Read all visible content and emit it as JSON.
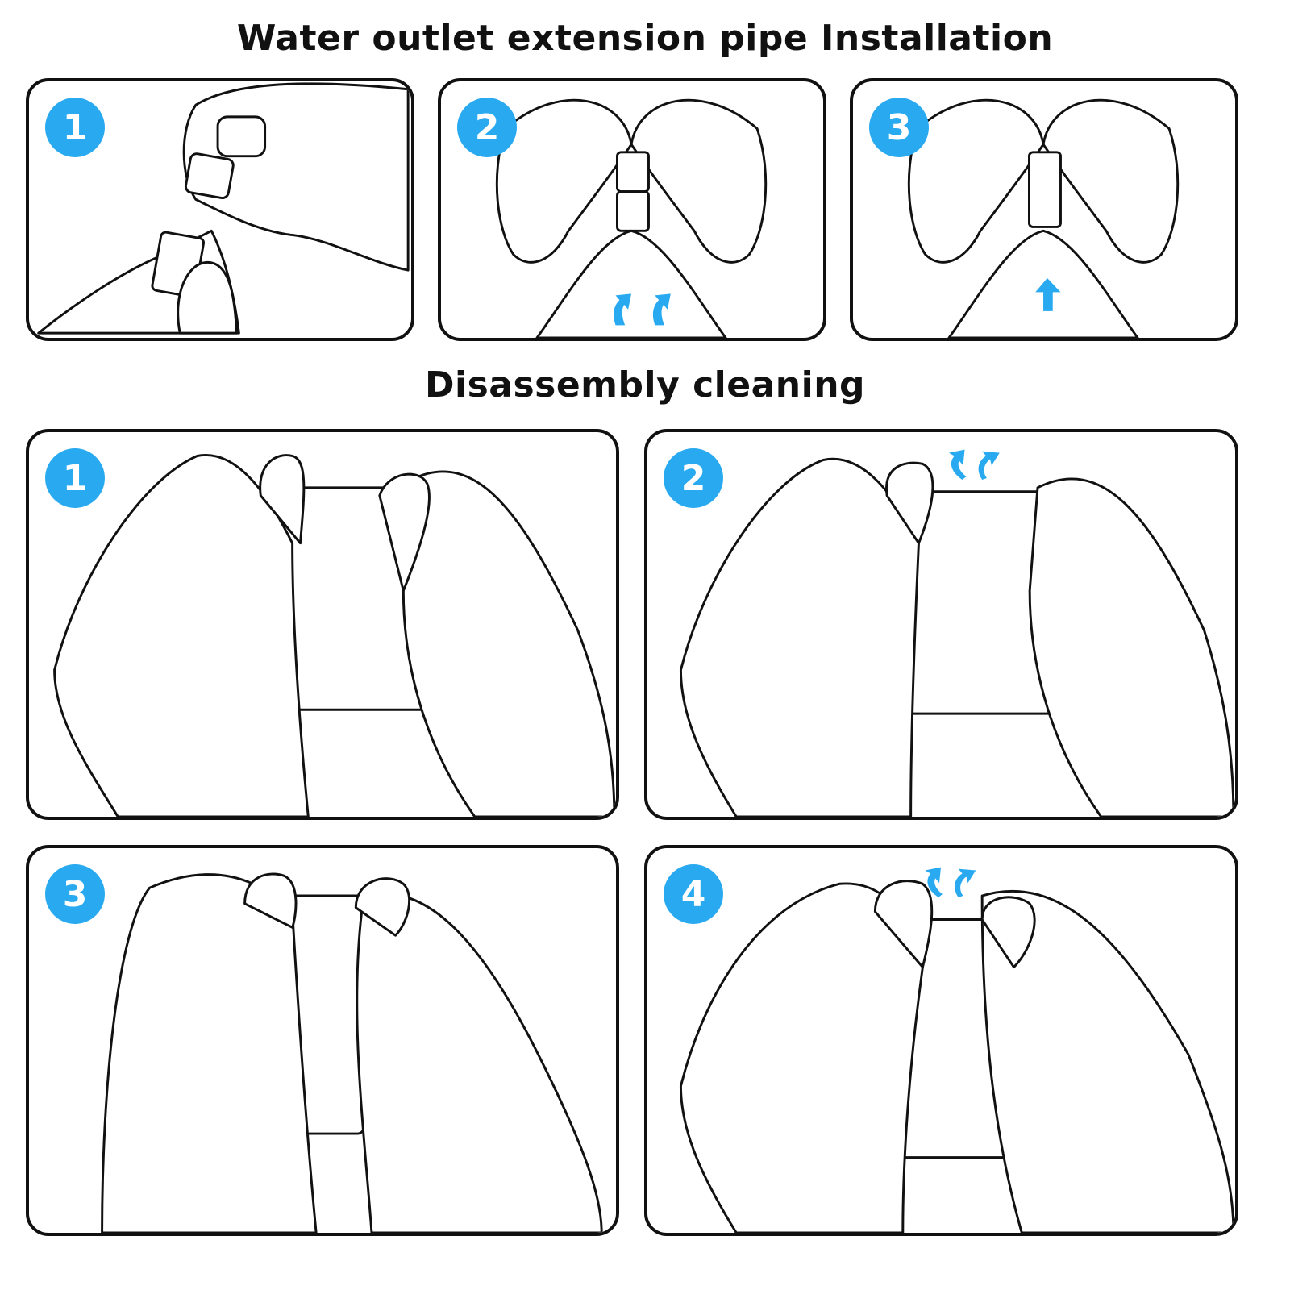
{
  "installation": {
    "title": "Water outlet extension pipe Installation",
    "steps": [
      {
        "number": "1"
      },
      {
        "number": "2"
      },
      {
        "number": "3"
      }
    ]
  },
  "cleaning": {
    "title": "Disassembly cleaning",
    "steps": [
      {
        "number": "1"
      },
      {
        "number": "2"
      },
      {
        "number": "3"
      },
      {
        "number": "4"
      }
    ]
  },
  "colors": {
    "badge": "#29aaf0",
    "outline": "#111111"
  }
}
